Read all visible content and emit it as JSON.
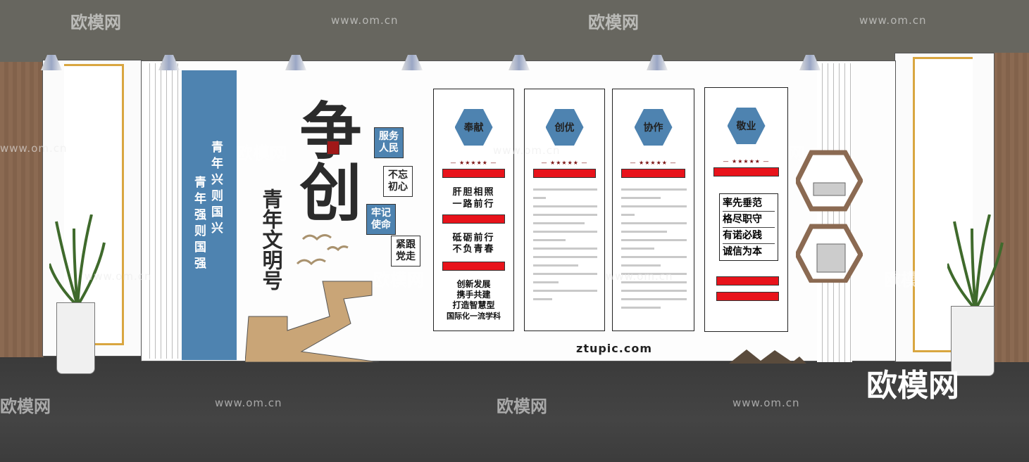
{
  "scene": {
    "banner_side_lines": [
      "青年兴则国兴",
      "青年强则国强"
    ],
    "main_title": "争创",
    "sub_title": "青年文明号",
    "tags": [
      "服务人民",
      "不忘初心",
      "牢记使命",
      "紧跟党走"
    ],
    "panels": [
      {
        "hex": "奉献",
        "lines": [
          "肝胆相照",
          "一路前行",
          "砥砺前行",
          "不负青春",
          "创新发展",
          "携手共建",
          "打造智慧型",
          "国际化一流学科"
        ]
      },
      {
        "hex": "创优",
        "lines": []
      },
      {
        "hex": "协作",
        "lines": []
      },
      {
        "hex": "敬业",
        "lines": [
          "率先垂范",
          "格尽职守",
          "有诺必践",
          "诚信为本"
        ]
      }
    ],
    "site_text": "ztupic.com",
    "brand_color": "#4e83b0",
    "accent_color": "#e8131b"
  },
  "watermarks": {
    "logo": "欧模网",
    "url": "www.om.cn",
    "big_logo": "欧模网"
  }
}
